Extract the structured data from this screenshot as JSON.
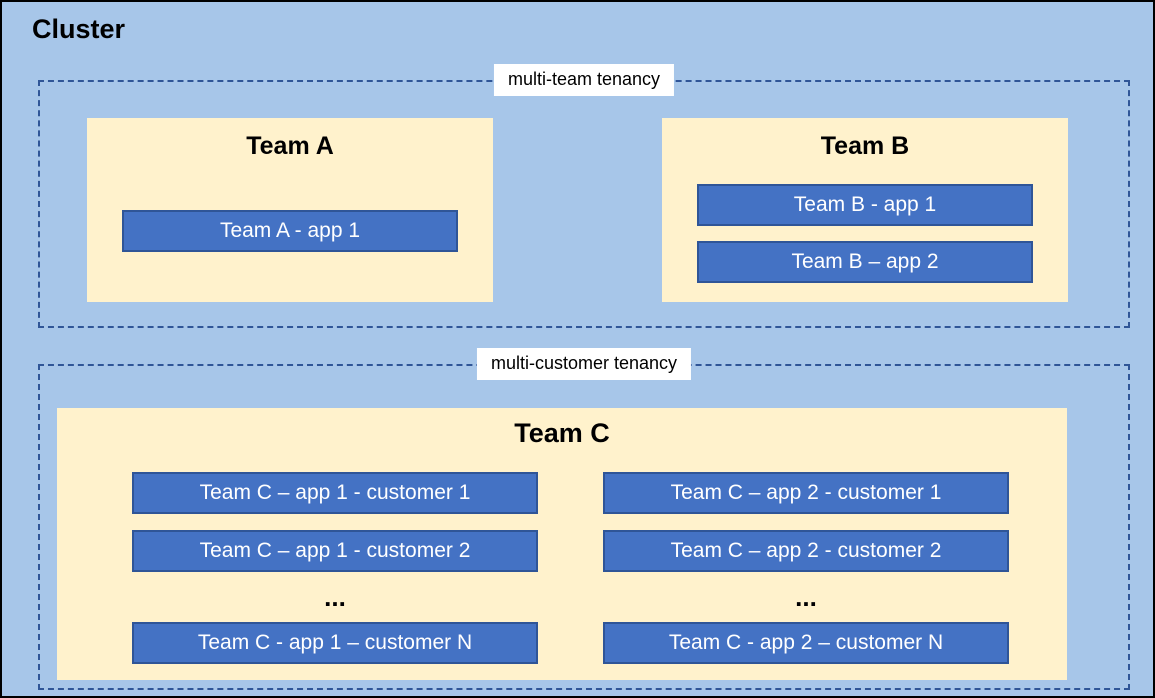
{
  "cluster": {
    "title": "Cluster"
  },
  "regions": [
    {
      "label": "multi-team tenancy",
      "teams": [
        {
          "name": "Team A",
          "apps": [
            "Team A - app 1"
          ]
        },
        {
          "name": "Team B",
          "apps": [
            "Team B - app 1",
            "Team B – app 2"
          ]
        }
      ]
    },
    {
      "label": "multi-customer tenancy",
      "teams": [
        {
          "name": "Team C",
          "columns": [
            {
              "apps": [
                "Team C – app 1 - customer 1",
                "Team C – app 1 - customer 2"
              ],
              "ellipsis": "...",
              "last_app": "Team C - app 1 – customer N"
            },
            {
              "apps": [
                "Team C – app 2 - customer 1",
                "Team C – app 2 - customer 2"
              ],
              "ellipsis": "...",
              "last_app": "Team C - app 2 – customer N"
            }
          ]
        }
      ]
    }
  ],
  "colors": {
    "background": "#A7C6E9",
    "team_box": "#FFF2CC",
    "app_box": "#4472C4",
    "app_border": "#2F5597",
    "dashed_border": "#2F5597",
    "app_text": "#FFFFFF"
  }
}
